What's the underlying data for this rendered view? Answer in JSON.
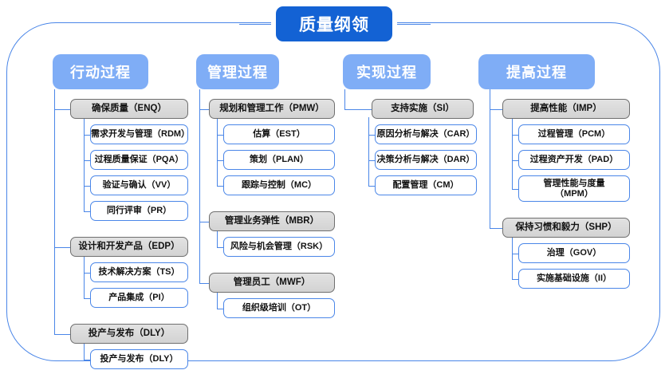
{
  "diagram": {
    "title": "质量纲领",
    "colors": {
      "root_fill": "#1362d4",
      "header_fill": "#7fadf6",
      "level2_fill": "#dcdcdc",
      "level2_border": "#6f6f6f",
      "level3_border": "#4a86e8",
      "frame_border": "#4a86e8",
      "text": "#111111",
      "header_text": "#ffffff"
    },
    "columns": [
      {
        "header": "行动过程",
        "groups": [
          {
            "title": "确保质量（ENQ）",
            "children": [
              "需求开发与管理（RDM）",
              "过程质量保证（PQA）",
              "验证与确认（VV）",
              "同行评审（PR）"
            ]
          },
          {
            "title": "设计和开发产品（EDP）",
            "children": [
              "技术解决方案（TS）",
              "产品集成（PI）"
            ]
          },
          {
            "title": "投产与发布（DLY）",
            "children": [
              "投产与发布（DLY）"
            ]
          }
        ]
      },
      {
        "header": "管理过程",
        "groups": [
          {
            "title": "规划和管理工作（PMW）",
            "children": [
              "估算（EST）",
              "策划（PLAN）",
              "跟踪与控制（MC）"
            ]
          },
          {
            "title": "管理业务弹性（MBR）",
            "children": [
              "风险与机会管理（RSK）"
            ]
          },
          {
            "title": "管理员工（MWF）",
            "children": [
              "组织级培训（OT）"
            ]
          }
        ]
      },
      {
        "header": "实现过程",
        "groups": [
          {
            "title": "支持实施（SI）",
            "children": [
              "原因分析与解决（CAR）",
              "决策分析与解决（DAR）",
              "配置管理（CM）"
            ]
          }
        ]
      },
      {
        "header": "提高过程",
        "groups": [
          {
            "title": "提高性能（IMP）",
            "children": [
              "过程管理（PCM）",
              "过程资产开发（PAD）",
              "管理性能与度量\n（MPM）"
            ]
          },
          {
            "title": "保持习惯和毅力（SHP）",
            "children": [
              "治理（GOV）",
              "实施基础设施（II）"
            ]
          }
        ]
      }
    ]
  }
}
